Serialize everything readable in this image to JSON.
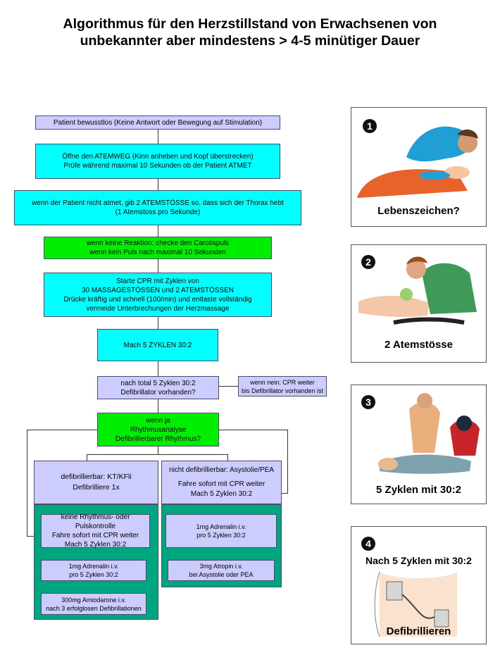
{
  "title": {
    "line1": "Algorithmus für den Herzstillstand von Erwachsenen von",
    "line2": "unbekannter aber mindestens > 4-5 minütiger Dauer"
  },
  "flow": {
    "b1": "Patient bewusstlos (Keine Antwort oder Bewegung auf Stimulation)",
    "b2_l1": "Öffne den ATEMWEG (Kinn anheben und Kopf überstrecken)",
    "b2_l2": "Prüfe während maximal 10 Sekunden ob der Patient ATMET",
    "b3_l1": "wenn der Patient nicht atmet, gib 2 ATEMSTÖSSE so, dass sich der Thorax hebt",
    "b3_l2": "(1 Atemstoss pro Sekunde)",
    "b4_l1": "wenn keine Reaktion: checke den Carotispuls",
    "b4_l2": "wenn kein Puls nach maximal 10 Sekunden",
    "b5_l1": "Starte CPR mit Zyklen von",
    "b5_l2": "30 MASSAGESTÖSSEN und 2 ATEMSTÖSSEN",
    "b5_l3": "Drücke kräftig und schnell (100/min) und entlaste vollständig",
    "b5_l4": "vermeide Unterbrechungen der Herzmassage",
    "b6": "Mach 5 ZYKLEN 30:2",
    "b7_l1": "nach total 5 Zyklen 30:2",
    "b7_l2": "Defibrillator vorhanden?",
    "b7r_l1": "wenn nein: CPR weiter",
    "b7r_l2": "bis Defibrillator vorhanden ist",
    "b8_l1": "wenn ja",
    "b8_l2": "Rhythmusanalyse",
    "b8_l3": "Defibrillierbarer Rhythmus?",
    "left_head_l1": "defibrillierbar: KT/KFli",
    "left_head_l2": "Defibrilliere 1x",
    "left_a_l1": "keine Rhythmus- oder Pulskontrolle",
    "left_a_l2": "Fahre sofort mit CPR weiter",
    "left_a_l3": "Mach 5 Zyklen 30:2",
    "left_b_l1": "1mg Adrenalin i.v.",
    "left_b_l2": "pro 5 Zyklen 30:2",
    "left_c_l1": "300mg Amiodarone i.v.",
    "left_c_l2": "nach 3 erfolglosen Defibrillationen",
    "right_head_l1": "nicht defibrillierbar: Asystolie/PEA",
    "right_head_l2": "Fahre sofort mit CPR weiter",
    "right_head_l3": "Mach 5 Zyklen 30:2",
    "right_a_l1": "1mg Adrenalin i.v.",
    "right_a_l2": "pro 5 Zyklen 30:2",
    "right_b_l1": "3mg Atropin i.v.",
    "right_b_l2": "bei Asystolie oder PEA"
  },
  "panels": [
    {
      "number": "1",
      "label": "Lebenszeichen?"
    },
    {
      "number": "2",
      "label": "2 Atemstösse"
    },
    {
      "number": "3",
      "label": "5 Zyklen mit 30:2"
    },
    {
      "number": "4",
      "label_top": "Nach 5 Zyklen mit 30:2",
      "label": "Defibrillieren"
    }
  ],
  "colors": {
    "lavender": "#ccccff",
    "cyan": "#00ffff",
    "green": "#00ee00",
    "teal": "#00a680"
  }
}
